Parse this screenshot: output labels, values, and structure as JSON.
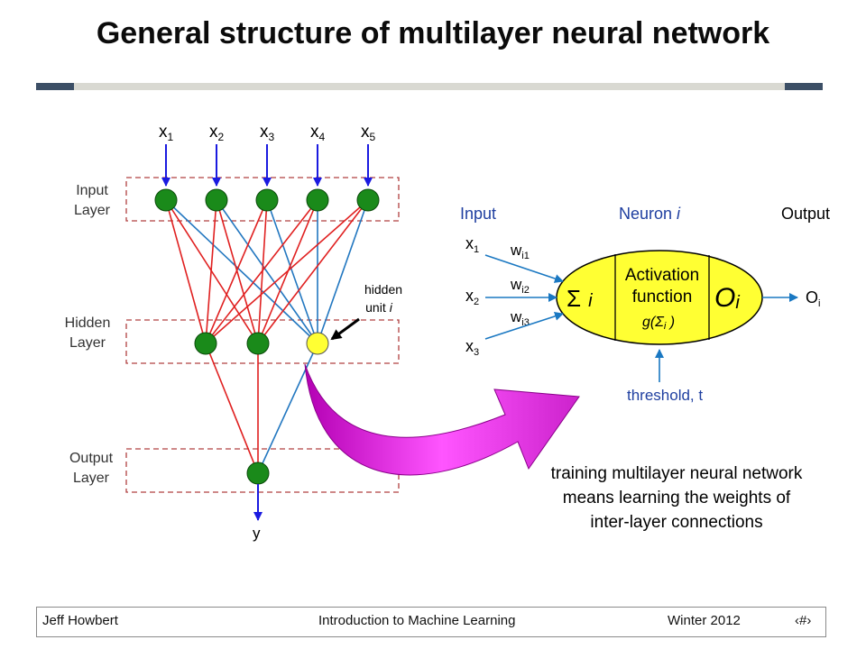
{
  "title": "General structure of multilayer neural network",
  "network": {
    "inputs": [
      "x",
      "x",
      "x",
      "x",
      "x"
    ],
    "input_subscripts": [
      "1",
      "2",
      "3",
      "4",
      "5"
    ],
    "layer_labels": {
      "input": [
        "Input",
        "Layer"
      ],
      "hidden": [
        "Hidden",
        "Layer"
      ],
      "output": [
        "Output",
        "Layer"
      ]
    },
    "hidden_unit_label": [
      "hidden",
      "unit"
    ],
    "hidden_unit_index": "i",
    "output_label": "y"
  },
  "neuron": {
    "col_input": "Input",
    "col_neuron": "Neuron",
    "col_neuron_index": "i",
    "col_output": "Output",
    "inputs": [
      "x",
      "x",
      "x"
    ],
    "input_subscripts": [
      "1",
      "2",
      "3"
    ],
    "weight_base": "w",
    "weight_subscripts": [
      "i1",
      "i2",
      "i3"
    ],
    "sum_symbol": "Σ",
    "sum_index": "i",
    "activation": [
      "Activation",
      "function"
    ],
    "activation_formula": "g(Σ",
    "activation_formula_index": "i",
    "activation_formula_close": " )",
    "output_symbol": "O",
    "output_index": "i",
    "output_value": "O",
    "output_value_sub": "i",
    "threshold": "threshold, t",
    "colors": {
      "body": "#ffff33",
      "label_blue": "#1f3fa0",
      "arrow_blue": "#1a78c2"
    }
  },
  "caption": [
    "training multilayer neural network",
    "means learning the weights of",
    "inter-layer connections"
  ],
  "footer": {
    "author": "Jeff Howbert",
    "course": "Introduction to Machine Learning",
    "term": "Winter 2012",
    "page": "‹#›"
  },
  "colors": {
    "node": "#1a8a1a",
    "highlight_node": "#ffff33",
    "red_edge": "#e02020",
    "blue_edge": "#2277c0",
    "input_arrow": "#1a1ae0",
    "big_arrow": "#cc22cc"
  }
}
